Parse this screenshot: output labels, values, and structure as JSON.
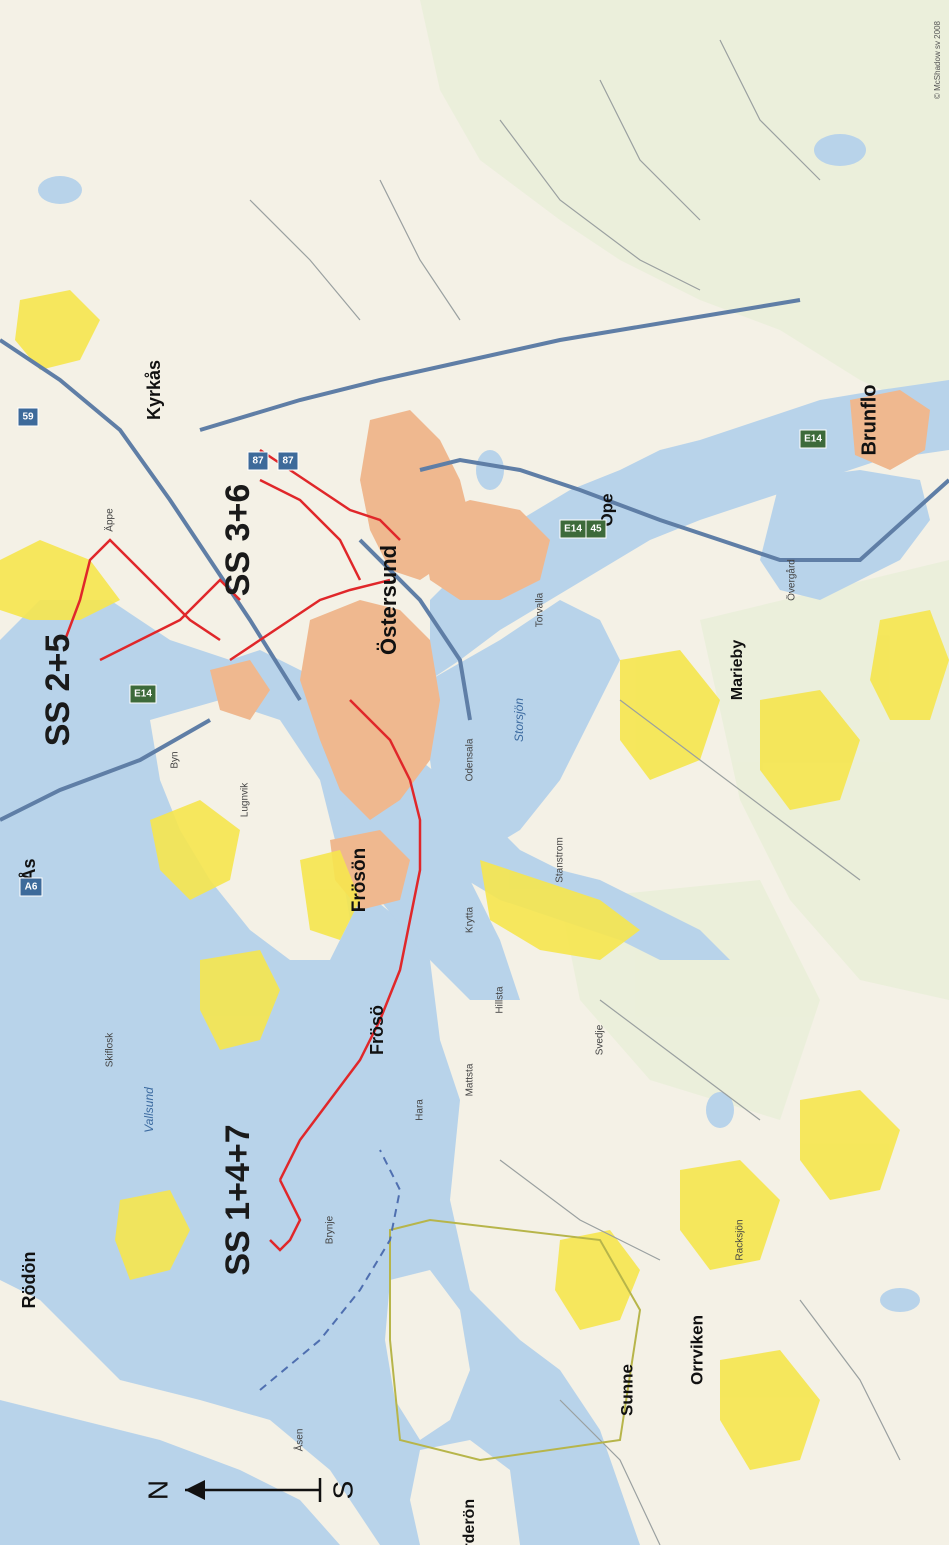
{
  "map": {
    "stages": {
      "ss25": "SS 2+5",
      "ss36": "SS 3+6",
      "ss147": "SS 1+4+7"
    },
    "towns": {
      "ostersund": "Östersund",
      "brunflo": "Brunflo",
      "froson": "Frösön",
      "froso": "Frösö",
      "rodon": "Rödön",
      "kyrkas": "Kyrkås",
      "ope": "Ope",
      "orrviken": "Orrviken",
      "sunne": "Sunne",
      "mariebv": "Marieby",
      "arderon": "Ärderön",
      "as": "Ås",
      "odensala": "Odensala",
      "torvalla": "Torvalla",
      "lugnvik": "Lugnvik",
      "krytta": "Krytta",
      "hara": "Hara",
      "brynje": "Brynje",
      "mattsta": "Mattsta",
      "skiflosk": "Skiflosk",
      "apple": "Äppe",
      "byn": "Byn",
      "storsjon": "Storsjön",
      "vallsund": "Vallsund",
      "sveddje": "Svedje",
      "rackjon": "Racksjön",
      "hillsta": "Hillsta",
      "staningen": "Stanstrom",
      "overgard": "Övergård",
      "vagen": "Åsen"
    },
    "roads": {
      "e14a": "E14",
      "e14b": "E14",
      "e45": "45",
      "e14c": "E14",
      "r87": "87",
      "r87b": "87",
      "a6": "A6",
      "r59": "59"
    },
    "compass": {
      "north": "N",
      "south": "S"
    },
    "copyright": "© McShadow sv 2008"
  },
  "colors": {
    "water": "#b8d3ea",
    "land": "#f4f1e6",
    "urban": "#efb88f",
    "yellow": "#f6e64e",
    "route": "#e0272a",
    "highway": "#5f7ea6"
  }
}
